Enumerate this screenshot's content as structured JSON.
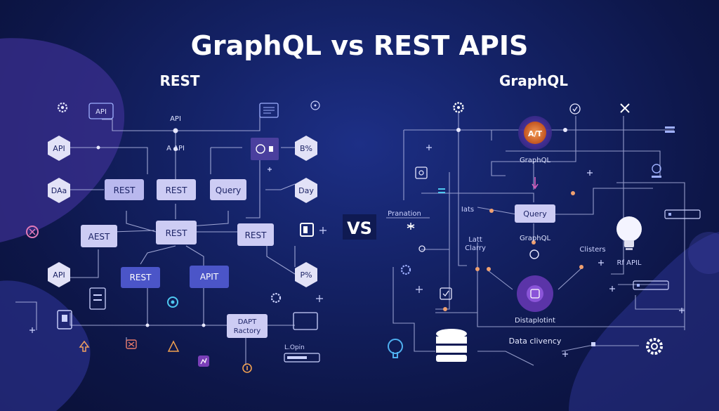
{
  "title": "GraphQL vs REST APIS",
  "vs": "VS",
  "rest": {
    "heading": "REST",
    "boxes": {
      "api_small": "API",
      "rest_1": "REST",
      "rest_2": "REST",
      "query": "Query",
      "aest": "AEST",
      "rest_center": "REST",
      "rest_right": "REST",
      "rest_bl": "REST",
      "apit": "APIT",
      "dapt": "DAPT\nRactory"
    },
    "hexes": {
      "api_top": "API",
      "daa": "DAa",
      "api_bottom": "API",
      "pct": "B%",
      "day": "Day",
      "pk": "P%"
    },
    "labels": {
      "api": "API",
      "a_api": "A API",
      "lopin": "L.Opin"
    }
  },
  "graphql": {
    "heading": "GraphQL",
    "labels": {
      "graphql_node": "GraphQL",
      "query": "Query",
      "graphql_mid": "GraphQL",
      "dataplatoint": "Distaplotint",
      "data_clivency": "Data clivency",
      "lats": "Iats",
      "latt_clarry": "Latt\nClarry",
      "pranation": "Pranation",
      "clisters": "Clisters",
      "rf_apil": "Rf APIL",
      "node_badge": "A/T"
    }
  },
  "colors": {
    "background": "#0d1648",
    "divider": "#2ec4f0",
    "rest_box": "#b9b8ee",
    "rest_box_dark": "#4b55c8",
    "hexagon": "#e2e2f7",
    "graphql_node": "#e8743a",
    "accent_purple": "#6b3fb6"
  }
}
